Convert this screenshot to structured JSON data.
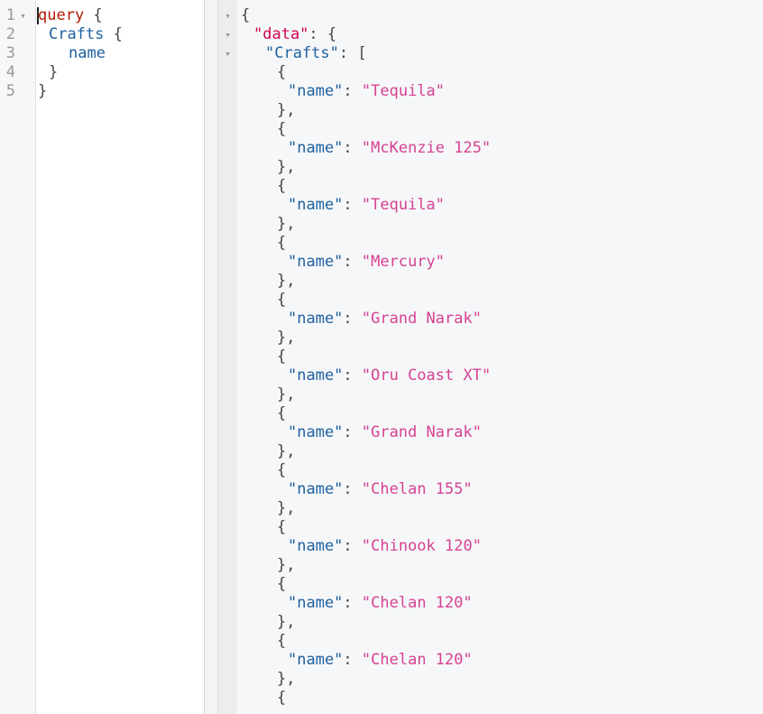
{
  "colors": {
    "keyword": "#B11A04",
    "field": "#1F61A0",
    "def-key": "#D2054E",
    "string": "#D64292",
    "punct": "#444444",
    "line-number": "#999999",
    "fold-arrow": "#999999",
    "editor-bg": "#ffffff",
    "gutter-bg": "#f7f7f7",
    "gutter-border": "#e0e0e0",
    "result-bg": "#f6f7f9",
    "fold-gutter-bg": "#ededed",
    "divider": "#d6d6d6",
    "cursor": "#222222"
  },
  "icons": {
    "fold_arrow": "▾"
  },
  "query_editor": {
    "line_count": 5,
    "lines": [
      {
        "num": "1",
        "fold": true,
        "cursor": true,
        "indent": 0,
        "tokens": [
          [
            "kw",
            "query"
          ],
          [
            "p",
            " {"
          ]
        ]
      },
      {
        "num": "2",
        "fold": false,
        "cursor": false,
        "indent": 1,
        "tokens": [
          [
            "f",
            "Crafts"
          ],
          [
            "p",
            " {"
          ]
        ]
      },
      {
        "num": "3",
        "fold": false,
        "cursor": false,
        "indent": 2,
        "tokens": [
          [
            "f",
            "name"
          ]
        ]
      },
      {
        "num": "4",
        "fold": false,
        "cursor": false,
        "indent": 1,
        "tokens": [
          [
            "p",
            "}"
          ]
        ]
      },
      {
        "num": "5",
        "fold": false,
        "cursor": false,
        "indent": 0,
        "tokens": [
          [
            "p",
            "}"
          ]
        ]
      }
    ]
  },
  "response_viewer": {
    "root_key": "data",
    "list_key": "Crafts",
    "item_key": "name",
    "names": [
      "Tequila",
      "McKenzie 125",
      "Tequila",
      "Mercury",
      "Grand Narak",
      "Oru Coast XT",
      "Grand Narak",
      "Chelan 155",
      "Chinook 120",
      "Chelan 120",
      "Chelan 120"
    ],
    "has_trailing_partial_item": true,
    "fold_line_indexes": [
      0,
      1,
      2
    ]
  }
}
